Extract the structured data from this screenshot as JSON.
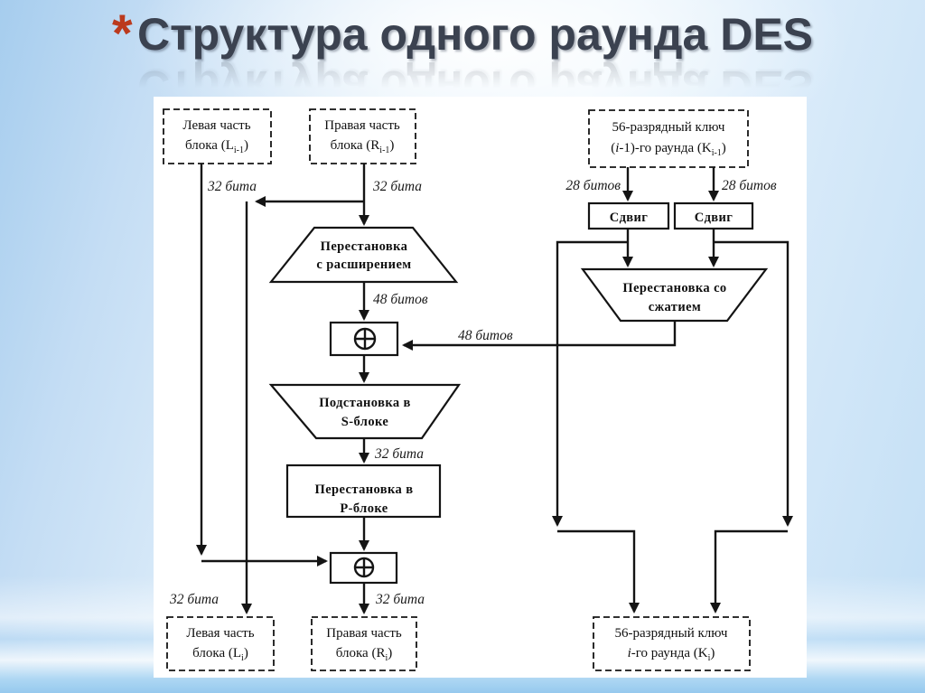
{
  "header": {
    "bullet": "*",
    "title": "Структура одного раунда DES"
  },
  "diagram": {
    "boxes": {
      "left_prev": {
        "line1": "Левая часть",
        "l2a": "блока (L",
        "l2sub": "i-1",
        "l2b": ")"
      },
      "right_prev": {
        "line1": "Правая часть",
        "l2a": "блока (R",
        "l2sub": "i-1",
        "l2b": ")"
      },
      "key_prev": {
        "line1": "56-разрядный ключ",
        "l2a": "(",
        "l2i": "i",
        "l2b": "-1)-го раунда (K",
        "l2sub": "i-1",
        "l2c": ")"
      },
      "shift": {
        "label": "Сдвиг"
      },
      "expansion": {
        "line1": "Перестановка",
        "line2": "с расширением"
      },
      "compression": {
        "line1": "Перестановка со",
        "line2": "сжатием"
      },
      "sbox": {
        "line1": "Подстановка в",
        "line2": "S-блоке"
      },
      "pbox": {
        "line1": "Перестановка в",
        "line2": "P-блоке"
      },
      "left_new": {
        "line1": "Левая часть",
        "l2a": "блока (L",
        "l2sub": "i",
        "l2b": ")"
      },
      "right_new": {
        "line1": "Правая часть",
        "l2a": "блока (R",
        "l2sub": "i",
        "l2b": ")"
      },
      "key_new": {
        "line1": "56-разрядный ключ",
        "l2i": "i",
        "l2a": "-го раунда (K",
        "l2sub": "i",
        "l2b": ")"
      }
    },
    "bits_labels": {
      "left_top": "32 бита",
      "right_top": "32 бита",
      "key_left": "28 битов",
      "key_right": "28 битов",
      "expansion_out": "48 битов",
      "key_out": "48 битов",
      "sbox_out": "32 бита",
      "left_bottom": "32 бита",
      "right_bottom": "32 бита"
    },
    "xor_symbol": "⊕"
  },
  "colors": {
    "bullet_red": "#bb3a1e",
    "title_gray": "#3b4250",
    "line_black": "#141414",
    "panel_white": "#ffffff"
  }
}
